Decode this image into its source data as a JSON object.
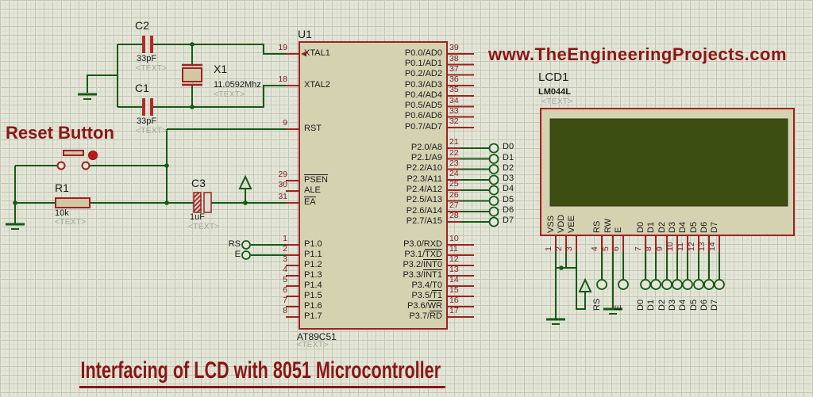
{
  "title": {
    "text": "Interfacing of LCD with 8051 Microcontroller"
  },
  "branding": {
    "website": "www.TheEngineeringProjects.com"
  },
  "notes": {
    "reset_button": "Reset Button"
  },
  "u1": {
    "ref": "U1",
    "part": "AT89C51",
    "placeholder": "<TEXT>",
    "left_pins": [
      {
        "num": "19",
        "pre": "XTAL1",
        "ov": ""
      },
      {
        "num": "18",
        "pre": "XTAL2",
        "ov": ""
      },
      {
        "num": "9",
        "pre": "RST",
        "ov": ""
      },
      {
        "num": "29",
        "pre": "",
        "ov": "PSEN"
      },
      {
        "num": "30",
        "pre": "ALE",
        "ov": ""
      },
      {
        "num": "31",
        "pre": "",
        "ov": "EA"
      },
      {
        "num": "1",
        "pre": "P1.0",
        "ov": ""
      },
      {
        "num": "2",
        "pre": "P1.1",
        "ov": ""
      },
      {
        "num": "3",
        "pre": "P1.2",
        "ov": ""
      },
      {
        "num": "4",
        "pre": "P1.3",
        "ov": ""
      },
      {
        "num": "5",
        "pre": "P1.4",
        "ov": ""
      },
      {
        "num": "6",
        "pre": "P1.5",
        "ov": ""
      },
      {
        "num": "7",
        "pre": "P1.6",
        "ov": ""
      },
      {
        "num": "8",
        "pre": "P1.7",
        "ov": ""
      }
    ],
    "p0_pins": [
      {
        "num": "39",
        "pre": "P0.0/AD0",
        "ov": ""
      },
      {
        "num": "38",
        "pre": "P0.1/AD1",
        "ov": ""
      },
      {
        "num": "37",
        "pre": "P0.2/AD2",
        "ov": ""
      },
      {
        "num": "36",
        "pre": "P0.3/AD3",
        "ov": ""
      },
      {
        "num": "35",
        "pre": "P0.4/AD4",
        "ov": ""
      },
      {
        "num": "34",
        "pre": "P0.5/AD5",
        "ov": ""
      },
      {
        "num": "33",
        "pre": "P0.6/AD6",
        "ov": ""
      },
      {
        "num": "32",
        "pre": "P0.7/AD7",
        "ov": ""
      }
    ],
    "p2_pins": [
      {
        "num": "21",
        "pre": "P2.0/A8",
        "ov": ""
      },
      {
        "num": "22",
        "pre": "P2.1/A9",
        "ov": ""
      },
      {
        "num": "23",
        "pre": "P2.2/A10",
        "ov": ""
      },
      {
        "num": "24",
        "pre": "P2.3/A11",
        "ov": ""
      },
      {
        "num": "25",
        "pre": "P2.4/A12",
        "ov": ""
      },
      {
        "num": "26",
        "pre": "P2.5/A13",
        "ov": ""
      },
      {
        "num": "27",
        "pre": "P2.6/A14",
        "ov": ""
      },
      {
        "num": "28",
        "pre": "P2.7/A15",
        "ov": ""
      }
    ],
    "p3_pins": [
      {
        "num": "10",
        "pre": "P3.0/RXD",
        "ov": ""
      },
      {
        "num": "11",
        "pre": "P3.1/",
        "ov": "TXD"
      },
      {
        "num": "12",
        "pre": "P3.2/",
        "ov": "INT0"
      },
      {
        "num": "13",
        "pre": "P3.3/",
        "ov": "INT1"
      },
      {
        "num": "14",
        "pre": "P3.4/T0",
        "ov": ""
      },
      {
        "num": "15",
        "pre": "P3.5/",
        "ov": "T1"
      },
      {
        "num": "16",
        "pre": "P3.6/",
        "ov": "WR"
      },
      {
        "num": "17",
        "pre": "P3.7/",
        "ov": "RD"
      }
    ]
  },
  "left_terminals": {
    "rs": "RS",
    "e": "E"
  },
  "bus_terminals": [
    "D0",
    "D1",
    "D2",
    "D3",
    "D4",
    "D5",
    "D6",
    "D7"
  ],
  "components": {
    "c2": {
      "ref": "C2",
      "value": "33pF",
      "placeholder": "<TEXT>"
    },
    "c1": {
      "ref": "C1",
      "value": "33pF",
      "placeholder": "<TEXT>"
    },
    "x1": {
      "ref": "X1",
      "value": "11.0592Mhz",
      "placeholder": "<TEXT>"
    },
    "r1": {
      "ref": "R1",
      "value": "10k",
      "placeholder": "<TEXT>"
    },
    "c3": {
      "ref": "C3",
      "value": "1uF",
      "placeholder": "<TEXT>"
    }
  },
  "lcd": {
    "ref": "LCD1",
    "part": "LM044L",
    "placeholder": "<TEXT>",
    "pins": [
      {
        "num": "1",
        "name": "VSS"
      },
      {
        "num": "2",
        "name": "VDD"
      },
      {
        "num": "3",
        "name": "VEE"
      },
      {
        "num": "4",
        "name": "RS"
      },
      {
        "num": "5",
        "name": "RW"
      },
      {
        "num": "6",
        "name": "E"
      },
      {
        "num": "7",
        "name": "D0"
      },
      {
        "num": "8",
        "name": "D1"
      },
      {
        "num": "9",
        "name": "D2"
      },
      {
        "num": "10",
        "name": "D3"
      },
      {
        "num": "11",
        "name": "D4"
      },
      {
        "num": "12",
        "name": "D5"
      },
      {
        "num": "13",
        "name": "D6"
      },
      {
        "num": "14",
        "name": "D7"
      }
    ],
    "terminals": [
      "RS",
      "E",
      "D0",
      "D1",
      "D2",
      "D3",
      "D4",
      "D5",
      "D6",
      "D7"
    ]
  }
}
